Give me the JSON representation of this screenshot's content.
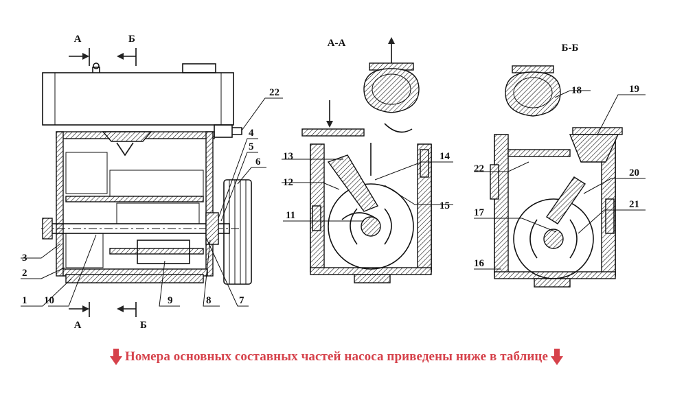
{
  "diagram": {
    "section_markers": {
      "a": "А",
      "b": "Б"
    },
    "view_titles": {
      "aa": "А-А",
      "bb": "Б-Б"
    },
    "callouts_left": [
      "22",
      "4",
      "5",
      "6",
      "3",
      "2",
      "1",
      "10",
      "9",
      "8",
      "7"
    ],
    "callouts_mid": [
      "13",
      "12",
      "11",
      "14",
      "15"
    ],
    "callouts_right": [
      "18",
      "19",
      "22",
      "20",
      "17",
      "21",
      "16"
    ]
  },
  "caption": {
    "text": "Номера основных составных частей насоса приведены ниже в таблице",
    "color": "#d6424b"
  },
  "icons": {
    "left": "arrow-down-icon",
    "right": "arrow-down-icon"
  }
}
